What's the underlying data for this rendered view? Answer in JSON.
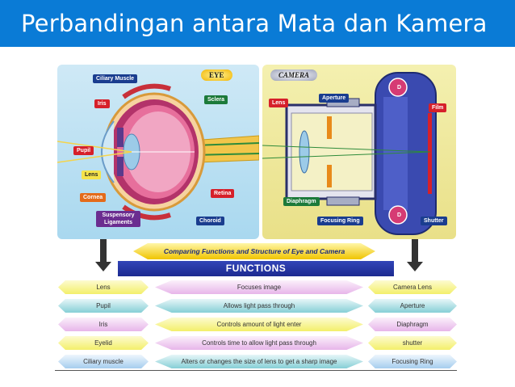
{
  "title": "Perbandingan antara Mata dan Kamera",
  "eye": {
    "badge": "EYE",
    "labels": {
      "ciliary_muscle": "Ciliary Muscle",
      "iris": "Iris",
      "sclera": "Sclera",
      "pupil": "Pupil",
      "lens": "Lens",
      "cornea": "Cornea",
      "suspensory": "Suspensory Ligaments",
      "retina": "Retina",
      "choroid": "Choroid"
    }
  },
  "camera": {
    "badge": "CAMERA",
    "labels": {
      "lens": "Lens",
      "aperture": "Aperture",
      "film": "Film",
      "diaphragm": "Diaphragm",
      "focusing_ring": "Focusing Ring",
      "shutter": "Shutter",
      "d_top": "D",
      "d_bottom": "D"
    }
  },
  "banner": "Comparing Functions and Structure of Eye and Camera",
  "functions_header": "FUNCTIONS",
  "rows": [
    {
      "eye": "Lens",
      "function": "Focuses image",
      "camera": "Camera Lens",
      "color": "yellow"
    },
    {
      "eye": "Pupil",
      "function": "Allows light pass through",
      "camera": "Aperture",
      "color": "teal"
    },
    {
      "eye": "Iris",
      "function": "Controls amount of light enter",
      "camera": "Diaphragm",
      "color": "pink"
    },
    {
      "eye": "Eyelid",
      "function": "Controls time to allow light pass through",
      "camera": "shutter",
      "color": "yellow"
    },
    {
      "eye": "Ciliary muscle",
      "function": "Alters or changes the size of lens to get a sharp image",
      "camera": "Focusing Ring",
      "color": "blue"
    }
  ]
}
